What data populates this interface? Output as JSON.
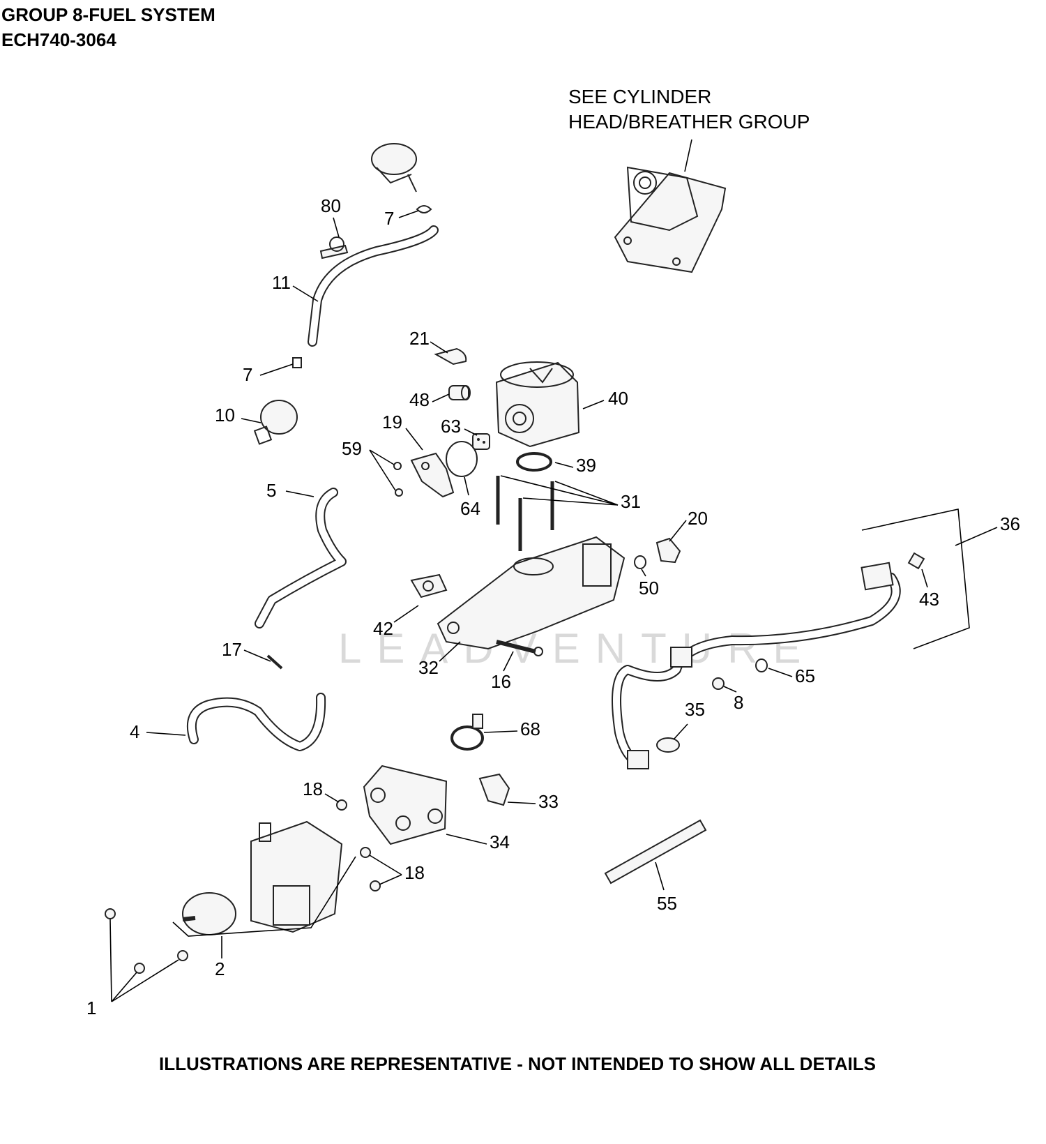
{
  "header": {
    "title": "GROUP 8-FUEL SYSTEM",
    "model": "ECH740-3064"
  },
  "note": {
    "line1": "SEE CYLINDER",
    "line2": "HEAD/BREATHER GROUP"
  },
  "watermark": "LEADVENTURE",
  "footer": "ILLUSTRATIONS ARE REPRESENTATIVE - NOT INTENDED TO SHOW ALL DETAILS",
  "labels": {
    "l1": "1",
    "l2": "2",
    "l4": "4",
    "l5": "5",
    "l7a": "7",
    "l7b": "7",
    "l8": "8",
    "l10": "10",
    "l11": "11",
    "l16": "16",
    "l17": "17",
    "l18a": "18",
    "l18b": "18",
    "l19": "19",
    "l20": "20",
    "l21": "21",
    "l31": "31",
    "l32": "32",
    "l33": "33",
    "l34": "34",
    "l35": "35",
    "l36": "36",
    "l39": "39",
    "l40": "40",
    "l42": "42",
    "l43": "43",
    "l48": "48",
    "l50": "50",
    "l55": "55",
    "l59": "59",
    "l63": "63",
    "l64": "64",
    "l65": "65",
    "l68": "68",
    "l80": "80"
  }
}
